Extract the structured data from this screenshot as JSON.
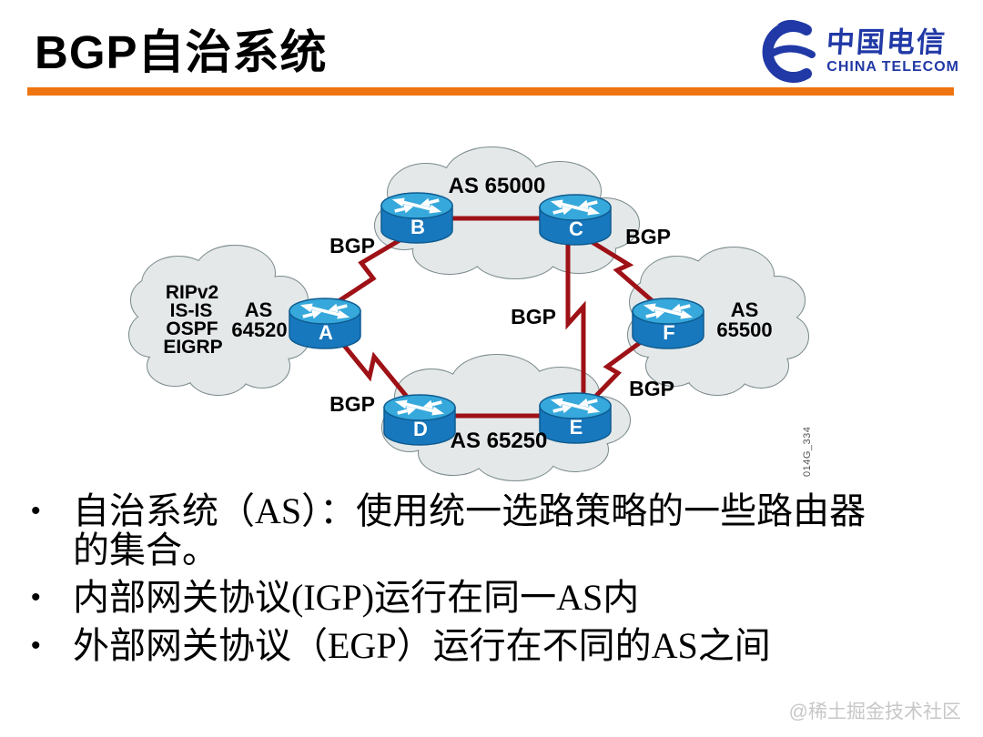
{
  "slide": {
    "title": "BGP自治系统",
    "bullet_char": "•",
    "watermark": "@稀土掘金技术社区"
  },
  "logo": {
    "cn_name": "中国电信",
    "en_name": "CHINA TELECOM",
    "brand_blue": "#2139A6"
  },
  "colors": {
    "accent_orange": "#EE7511",
    "link_red": "#9E1116",
    "router_top": "#36A8DB",
    "router_body": "#1878BE",
    "cloud_fill": "#E4E8E9",
    "cloud_stroke": "#7C8B8D"
  },
  "diagram": {
    "figure_id": "014G_334",
    "clouds": {
      "top": {
        "as_label": "AS 65000"
      },
      "left": {
        "as_line1": "AS",
        "as_line2": "64520",
        "igp_protocols": [
          "RIPv2",
          "IS-IS",
          "OSPF",
          "EIGRP"
        ]
      },
      "right": {
        "as_line1": "AS",
        "as_line2": "65500"
      },
      "bottom": {
        "as_label": "AS 65250"
      }
    },
    "routers": [
      "A",
      "B",
      "C",
      "D",
      "E",
      "F"
    ],
    "bgp_labels": [
      "BGP",
      "BGP",
      "BGP",
      "BGP",
      "BGP"
    ]
  },
  "bullets": [
    "自治系统（AS）：使用统一选路策略的一些路由器的集合。",
    "内部网关协议(IGP)运行在同一AS内",
    "外部网关协议（EGP）运行在不同的AS之间"
  ]
}
